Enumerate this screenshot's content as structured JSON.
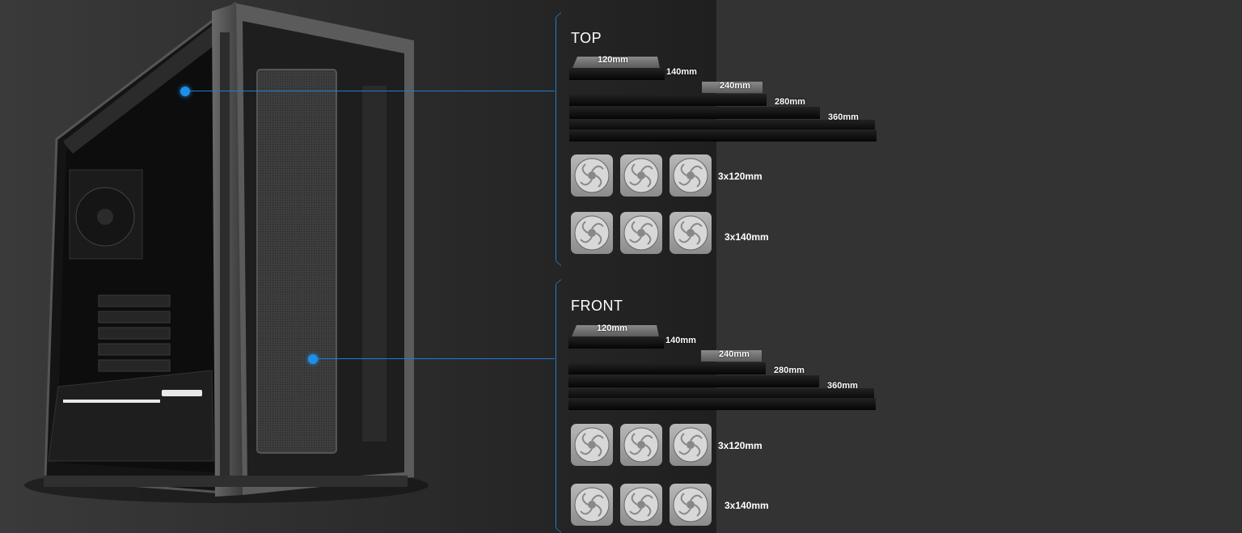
{
  "colors": {
    "accent": "#1e8fe8",
    "panel_bg": "#333333"
  },
  "sections": [
    {
      "title": "TOP",
      "radiator_sizes": [
        "120mm",
        "140mm",
        "240mm",
        "280mm",
        "360mm"
      ],
      "fan_configs": [
        "3x120mm",
        "3x140mm"
      ]
    },
    {
      "title": "FRONT",
      "radiator_sizes": [
        "120mm",
        "140mm",
        "240mm",
        "280mm",
        "360mm"
      ],
      "fan_configs": [
        "3x120mm",
        "3x140mm"
      ]
    }
  ],
  "icons": {
    "fan": "fan-icon",
    "case": "pc-case-image"
  }
}
